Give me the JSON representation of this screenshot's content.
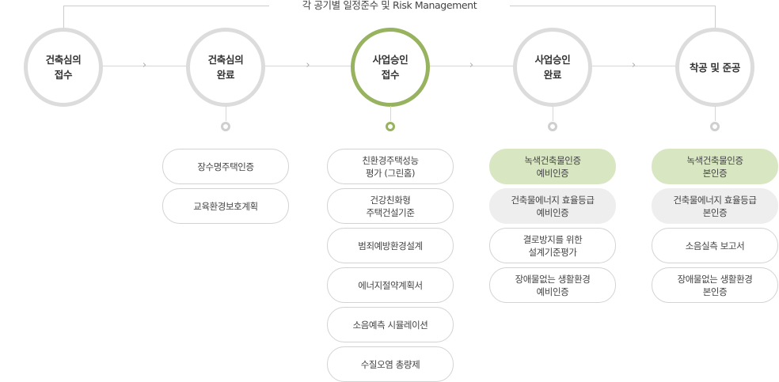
{
  "header": {
    "title": "각 공기별 일정준수 및 Risk Management"
  },
  "flow": {
    "stages": [
      {
        "label": "건축심의\n접수",
        "active": false
      },
      {
        "label": "건축심의\n완료",
        "active": false
      },
      {
        "label": "사업승인\n접수",
        "active": true
      },
      {
        "label": "사업승인\n완료",
        "active": false
      },
      {
        "label": "착공 및 준공",
        "active": false
      }
    ],
    "arrow_glyph": "›",
    "columns": [
      {
        "items": []
      },
      {
        "items": [
          {
            "label": "장수명주택인증",
            "style": "white"
          },
          {
            "label": "교육환경보호계획",
            "style": "white"
          }
        ]
      },
      {
        "items": [
          {
            "label": "친환경주택성능\n평가 (그린홈)",
            "style": "white"
          },
          {
            "label": "건강친화형\n주택건설기준",
            "style": "white"
          },
          {
            "label": "범죄예방환경설계",
            "style": "white"
          },
          {
            "label": "에너지절약계획서",
            "style": "white"
          },
          {
            "label": "소음예측 시뮬레이션",
            "style": "white"
          },
          {
            "label": "수질오염 총량제",
            "style": "white"
          }
        ]
      },
      {
        "items": [
          {
            "label": "녹색건축물인증\n예비인증",
            "style": "green"
          },
          {
            "label": "건축물에너지 효율등급\n예비인증",
            "style": "gray"
          },
          {
            "label": "결로방지를 위한\n설계기준평가",
            "style": "white"
          },
          {
            "label": "장애물없는 생활환경\n예비인증",
            "style": "white"
          }
        ]
      },
      {
        "items": [
          {
            "label": "녹색건축물인증\n본인증",
            "style": "green"
          },
          {
            "label": "건축물에너지 효율등급\n본인증",
            "style": "gray"
          },
          {
            "label": "소음실측 보고서",
            "style": "white"
          },
          {
            "label": "장애물없는 생활환경\n본인증",
            "style": "white"
          }
        ]
      }
    ]
  },
  "colors": {
    "active_accent": "#97b35f",
    "inactive_ring": "#dcdcdc",
    "green_pill": "#d8e7c2",
    "gray_pill": "#eeeeee",
    "line": "#d6d6d6"
  }
}
